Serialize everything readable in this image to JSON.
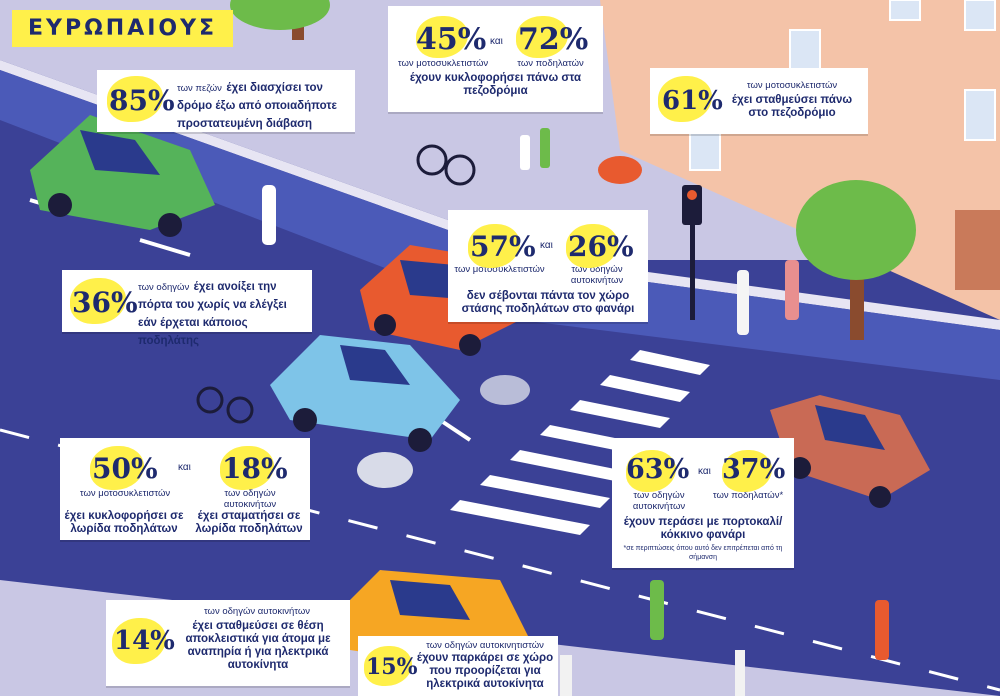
{
  "header": {
    "title": "ΕΥΡΩΠΑΙΟΥΣ"
  },
  "stats": {
    "s85": {
      "percent": "85%",
      "lead": "των πεζών",
      "text": "έχει διασχίσει τον δρόμο έξω από οποιαδήποτε προστατευμένη διάβαση"
    },
    "s45": {
      "percent": "45%",
      "sub": "των μοτοσυκλετιστών"
    },
    "s72": {
      "percent": "72%",
      "sub": "των ποδηλατών"
    },
    "s45_72_text": "έχουν κυκλοφορήσει πάνω στα πεζοδρόμια",
    "s61": {
      "percent": "61%",
      "sub": "των μοτοσυκλετιστών",
      "text": "έχει σταθμεύσει πάνω στο πεζοδρόμιο"
    },
    "s57": {
      "percent": "57%",
      "sub": "των μοτοσυκλετιστών"
    },
    "s26": {
      "percent": "26%",
      "sub": "των οδηγών αυτοκινήτων"
    },
    "s57_26_text": "δεν σέβονται πάντα τον χώρο στάσης ποδηλάτων στο φανάρι",
    "s36": {
      "percent": "36%",
      "lead": "των οδηγών",
      "text": "έχει ανοίξει την πόρτα του χωρίς να ελέγξει εάν έρχεται κάποιος ποδηλάτης"
    },
    "s50": {
      "percent": "50%",
      "sub": "των μοτοσυκλετιστών",
      "text": "έχει κυκλοφορήσει σε λωρίδα ποδηλάτων"
    },
    "s18": {
      "percent": "18%",
      "sub": "των οδηγών αυτοκινήτων",
      "text": "έχει σταματήσει σε λωρίδα ποδηλάτων"
    },
    "s63": {
      "percent": "63%",
      "sub": "των οδηγών αυτοκινήτων"
    },
    "s37": {
      "percent": "37%",
      "sub": "των ποδηλατών*"
    },
    "s63_37_text": "έχουν περάσει με πορτοκαλί/κόκκινο φανάρι",
    "s63_37_note": "*σε περιπτώσεις όπου αυτό δεν επιτρέπεται από τη σήμανση",
    "s14": {
      "percent": "14%",
      "sub": "των οδηγών αυτοκινήτων",
      "text": "έχει σταθμεύσει σε θέση αποκλειστικά για άτομα με αναπηρία ή για ηλεκτρικά αυτοκίνητα"
    },
    "s15": {
      "percent": "15%",
      "sub": "των οδηγών αυτοκινητιστών",
      "text_bold_lead": "έχουν",
      "text": "παρκάρει σε χώρο που προορίζεται για ηλεκτρικά αυτοκίνητα"
    }
  },
  "conjunction": "και",
  "colors": {
    "road": "#3b4196",
    "sidewalk": "#c9c7e4",
    "building": "#f4c3a8",
    "highlight": "#fff04a",
    "text": "#1e2a6e"
  }
}
